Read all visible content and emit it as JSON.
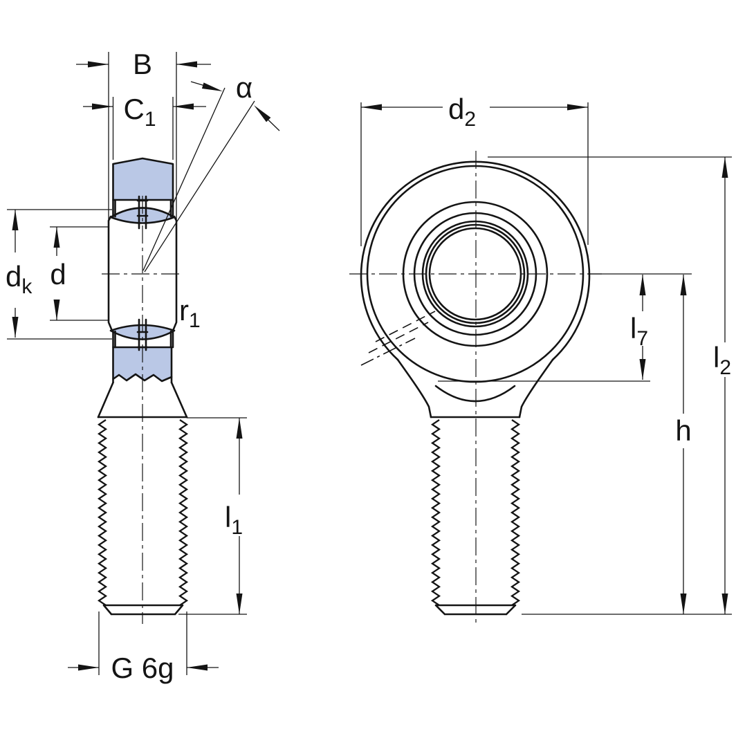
{
  "labels": {
    "b": "B",
    "c1": {
      "main": "C",
      "sub": "1"
    },
    "alpha": "α",
    "dk": {
      "main": "d",
      "sub": "k"
    },
    "d": "d",
    "r1": {
      "main": "r",
      "sub": "1"
    },
    "l1": {
      "main": "l",
      "sub": "1"
    },
    "thread": "G 6g",
    "d2": {
      "main": "d",
      "sub": "2"
    },
    "l7": {
      "main": "l",
      "sub": "7"
    },
    "l2": {
      "main": "l",
      "sub": "2"
    },
    "h": "h"
  },
  "colors": {
    "section_fill": "#bac8e6",
    "line_color": "#141414",
    "background": "#ffffff"
  }
}
